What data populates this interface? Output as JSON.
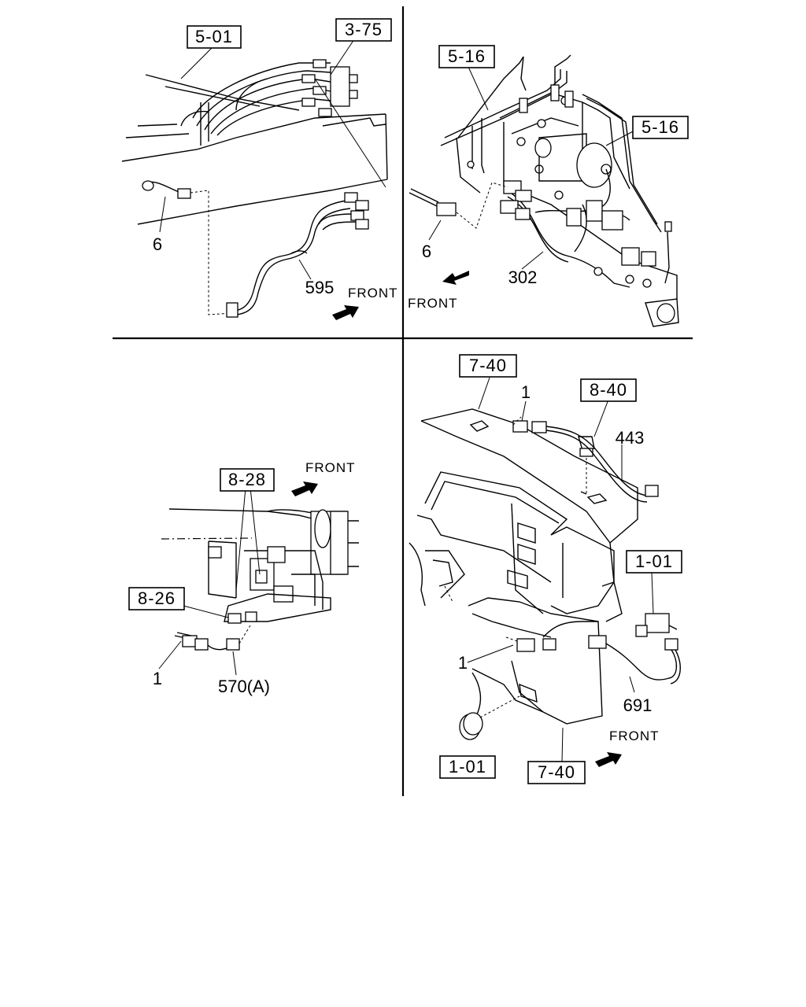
{
  "quadrant_tl": {
    "ref_a": "5-01",
    "ref_b": "3-75",
    "callout_connector": "6",
    "callout_harness": "595",
    "front": "FRONT"
  },
  "quadrant_tr": {
    "ref_a": "5-16",
    "ref_b": "5-16",
    "callout_connector": "6",
    "callout_harness": "302",
    "front": "FRONT"
  },
  "quadrant_bl": {
    "ref_a": "8-28",
    "ref_b": "8-26",
    "callout_connector": "1",
    "callout_harness": "570(A)",
    "front": "FRONT"
  },
  "quadrant_br": {
    "ref_top": "7-40",
    "ref_lamp": "8-40",
    "ref_switch": "1-01",
    "ref_knob": "1-01",
    "ref_bottom": "7-40",
    "callout_connector_top": "1",
    "callout_connector_low": "1",
    "callout_harness_top": "443",
    "callout_harness_low": "691",
    "front": "FRONT"
  }
}
